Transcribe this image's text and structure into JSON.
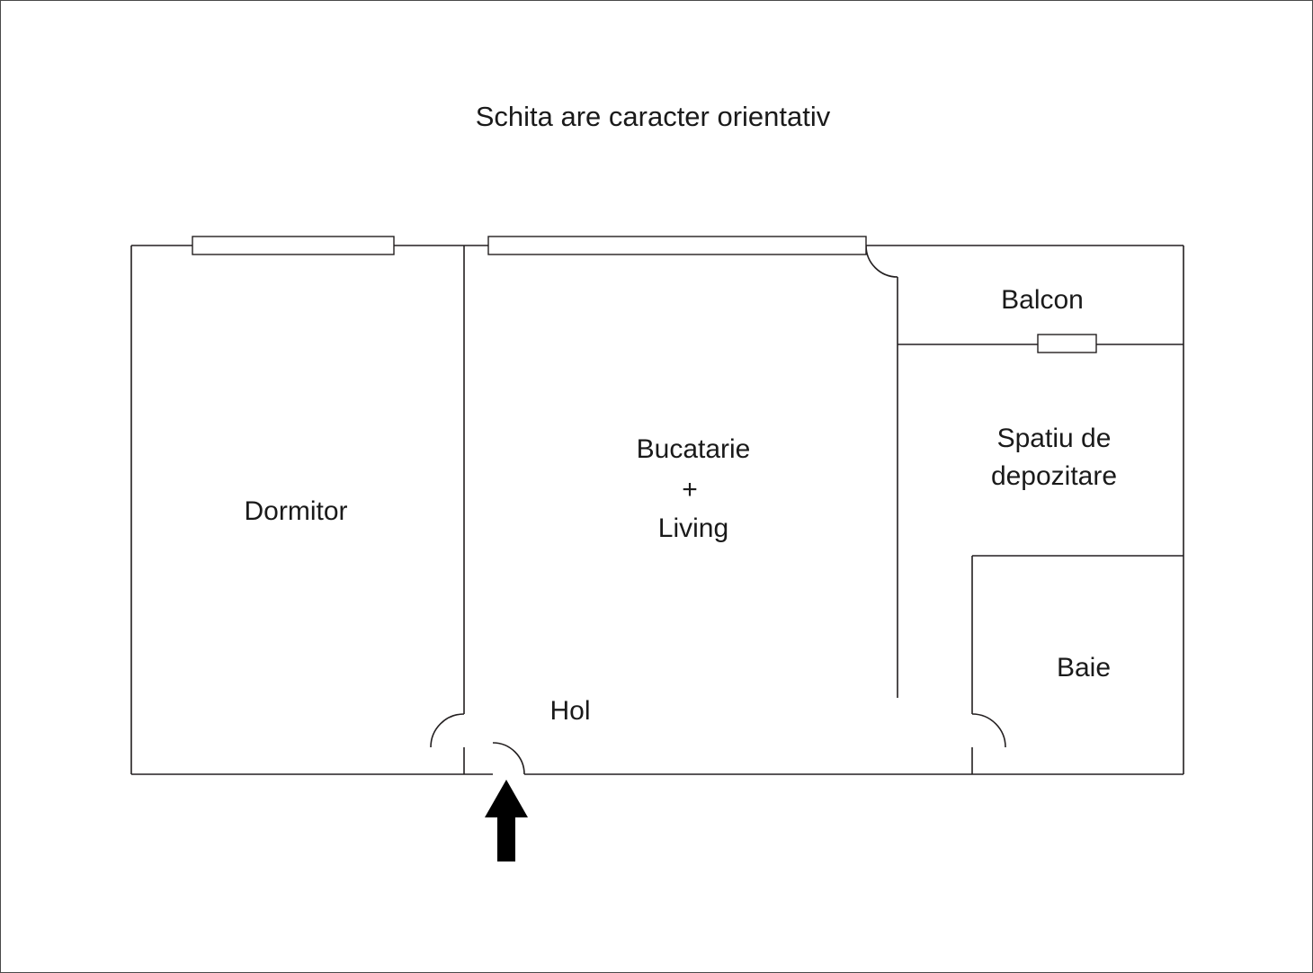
{
  "title": "Schita are caracter orientativ",
  "rooms": {
    "dormitor": {
      "label": "Dormitor"
    },
    "bucatarie_living": {
      "label_lines": [
        "Bucatarie",
        "+",
        "Living"
      ]
    },
    "balcon": {
      "label": "Balcon"
    },
    "spatiu_depozitare": {
      "label_lines": [
        "Spatiu de",
        "depozitare"
      ]
    },
    "baie": {
      "label": "Baie"
    },
    "hol": {
      "label": "Hol"
    }
  },
  "colors": {
    "wall": "#231f20",
    "background": "#ffffff",
    "arrow": "#000000"
  }
}
